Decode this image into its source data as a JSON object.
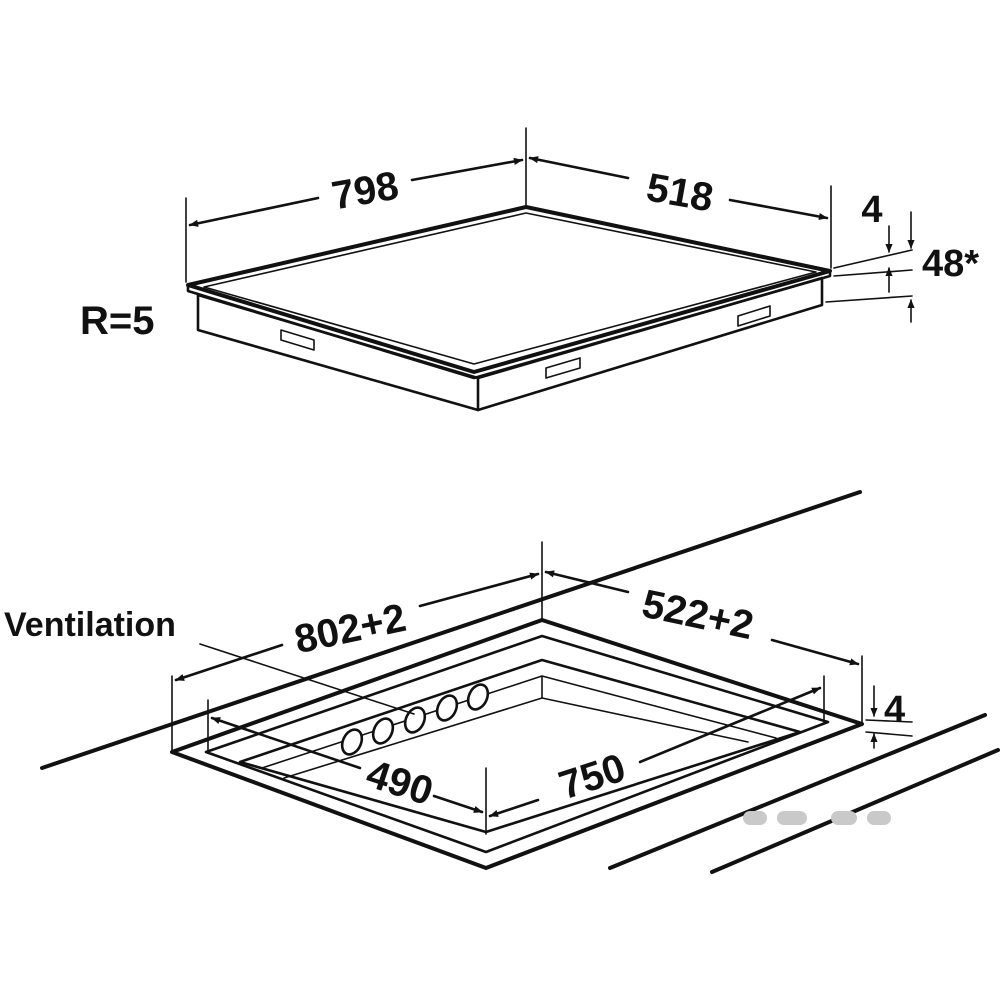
{
  "top_view": {
    "width": "798",
    "depth": "518",
    "glass_thickness": "4",
    "total_height": "48*",
    "radius": "R=5"
  },
  "cutout_view": {
    "ventilation_label": "Ventilation",
    "cutout_width": "802+2",
    "cutout_depth": "522+2",
    "recess_depth": "4",
    "inner_depth": "490",
    "inner_width": "750"
  }
}
